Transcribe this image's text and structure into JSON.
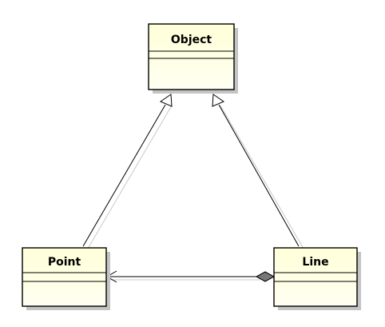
{
  "diagram": {
    "type": "uml-class-diagram",
    "classes": [
      {
        "id": "object",
        "name": "Object"
      },
      {
        "id": "point",
        "name": "Point"
      },
      {
        "id": "line",
        "name": "Line"
      }
    ],
    "relationships": [
      {
        "type": "generalization",
        "from": "point",
        "to": "object"
      },
      {
        "type": "generalization",
        "from": "line",
        "to": "object"
      },
      {
        "type": "composition",
        "whole": "line",
        "part": "point",
        "navigable_to": "point"
      }
    ]
  },
  "colors": {
    "class_fill_top": "#ffffdb",
    "class_fill_bottom": "#fffff0",
    "border": "#000000",
    "shadow": "#bdbdbd",
    "composition_diamond": "#7a7a7a"
  }
}
